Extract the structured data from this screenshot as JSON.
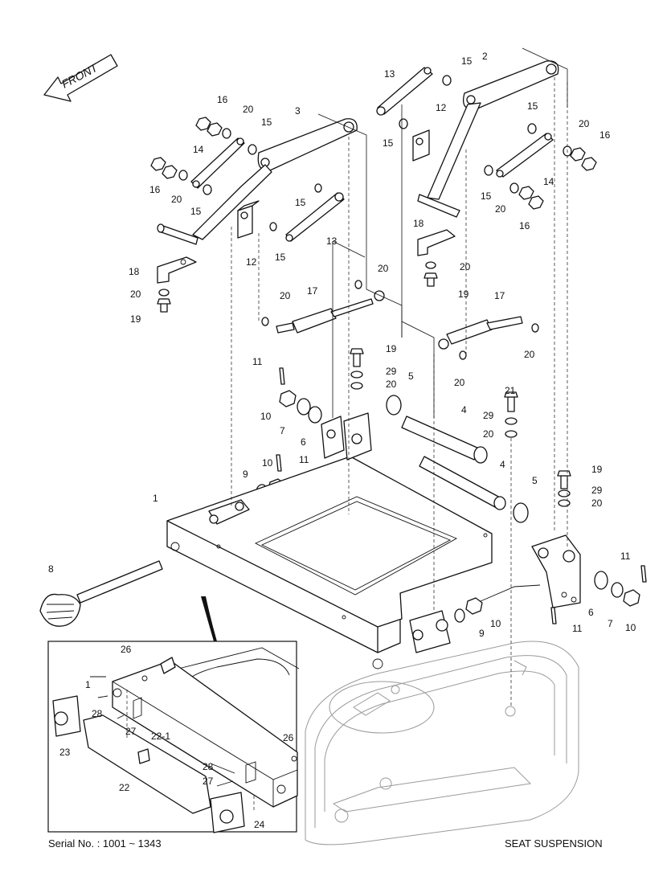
{
  "drawing": {
    "front_label": "FRONT",
    "title": "SEAT SUSPENSION",
    "serial": "Serial No. : 1001 ~ 1343"
  },
  "callouts": [
    {
      "id": "c-16a",
      "label": "16"
    },
    {
      "id": "c-20a",
      "label": "20"
    },
    {
      "id": "c-3",
      "label": "3"
    },
    {
      "id": "c-15a",
      "label": "15"
    },
    {
      "id": "c-14a",
      "label": "14"
    },
    {
      "id": "c-16b",
      "label": "16"
    },
    {
      "id": "c-20b",
      "label": "20"
    },
    {
      "id": "c-15b",
      "label": "15"
    },
    {
      "id": "c-15c",
      "label": "15"
    },
    {
      "id": "c-12a",
      "label": "12"
    },
    {
      "id": "c-15d",
      "label": "15"
    },
    {
      "id": "c-13a",
      "label": "13"
    },
    {
      "id": "c-18a",
      "label": "18"
    },
    {
      "id": "c-20c",
      "label": "20"
    },
    {
      "id": "c-19a",
      "label": "19"
    },
    {
      "id": "c-20d",
      "label": "20"
    },
    {
      "id": "c-17a",
      "label": "17"
    },
    {
      "id": "c-20e",
      "label": "20"
    },
    {
      "id": "c-13b",
      "label": "13"
    },
    {
      "id": "c-15e",
      "label": "15"
    },
    {
      "id": "c-2",
      "label": "2"
    },
    {
      "id": "c-12b",
      "label": "12"
    },
    {
      "id": "c-15f",
      "label": "15"
    },
    {
      "id": "c-15g",
      "label": "15"
    },
    {
      "id": "c-20f",
      "label": "20"
    },
    {
      "id": "c-16c",
      "label": "16"
    },
    {
      "id": "c-14b",
      "label": "14"
    },
    {
      "id": "c-15h",
      "label": "15"
    },
    {
      "id": "c-20g",
      "label": "20"
    },
    {
      "id": "c-16d",
      "label": "16"
    },
    {
      "id": "c-18b",
      "label": "18"
    },
    {
      "id": "c-20h",
      "label": "20"
    },
    {
      "id": "c-19b",
      "label": "19"
    },
    {
      "id": "c-17b",
      "label": "17"
    },
    {
      "id": "c-20i",
      "label": "20"
    },
    {
      "id": "c-20j",
      "label": "20"
    },
    {
      "id": "c-11a",
      "label": "11"
    },
    {
      "id": "c-19c",
      "label": "19"
    },
    {
      "id": "c-29a",
      "label": "29"
    },
    {
      "id": "c-20k",
      "label": "20"
    },
    {
      "id": "c-5a",
      "label": "5"
    },
    {
      "id": "c-10a",
      "label": "10"
    },
    {
      "id": "c-7a",
      "label": "7"
    },
    {
      "id": "c-6a",
      "label": "6"
    },
    {
      "id": "c-4a",
      "label": "4"
    },
    {
      "id": "c-21",
      "label": "21"
    },
    {
      "id": "c-29b",
      "label": "29"
    },
    {
      "id": "c-20l",
      "label": "20"
    },
    {
      "id": "c-10b",
      "label": "10"
    },
    {
      "id": "c-11b",
      "label": "11"
    },
    {
      "id": "c-9a",
      "label": "9"
    },
    {
      "id": "c-4b",
      "label": "4"
    },
    {
      "id": "c-19d",
      "label": "19"
    },
    {
      "id": "c-29c",
      "label": "29"
    },
    {
      "id": "c-20m",
      "label": "20"
    },
    {
      "id": "c-5b",
      "label": "5"
    },
    {
      "id": "c-1a",
      "label": "1"
    },
    {
      "id": "c-8",
      "label": "8"
    },
    {
      "id": "c-11c",
      "label": "11"
    },
    {
      "id": "c-6b",
      "label": "6"
    },
    {
      "id": "c-7b",
      "label": "7"
    },
    {
      "id": "c-10c",
      "label": "10"
    },
    {
      "id": "c-10d",
      "label": "10"
    },
    {
      "id": "c-9b",
      "label": "9"
    },
    {
      "id": "c-11d",
      "label": "11"
    },
    {
      "id": "c-26a",
      "label": "26"
    },
    {
      "id": "c-1b",
      "label": "1"
    },
    {
      "id": "c-28a",
      "label": "28"
    },
    {
      "id": "c-27a",
      "label": "27"
    },
    {
      "id": "c-23",
      "label": "23"
    },
    {
      "id": "c-22-1",
      "label": "22-1"
    },
    {
      "id": "c-26b",
      "label": "26"
    },
    {
      "id": "c-28b",
      "label": "28"
    },
    {
      "id": "c-27b",
      "label": "27"
    },
    {
      "id": "c-22",
      "label": "22"
    },
    {
      "id": "c-24",
      "label": "24"
    }
  ]
}
